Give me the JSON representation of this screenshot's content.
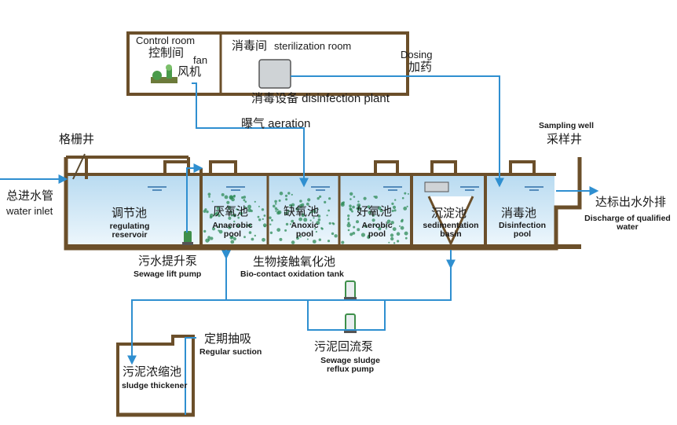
{
  "labels": {
    "control_room_en": "Control room",
    "control_room_zh": "控制间",
    "fan_en": "fan",
    "fan_zh": "风机",
    "sterilization_zh": "消毒间",
    "sterilization_en": "sterilization room",
    "disinfection_plant": "消毒设备 disinfection plant",
    "dosing_en": "Dosing",
    "dosing_zh": "加药",
    "aeration": "曝气 aeration",
    "grille_well_zh": "格栅井",
    "sampling_well_en": "Sampling well",
    "sampling_well_zh": "采样井",
    "inlet_zh": "总进水管",
    "inlet_en": "water inlet",
    "regulating_zh": "调节池",
    "regulating_en": "regulating reservoir",
    "anaerobic_zh": "厌氧池",
    "anaerobic_en": "Anaerobic pool",
    "anoxic_zh": "缺氧池",
    "anoxic_en": "Anoxic pool",
    "aerobic_zh": "好氧池",
    "aerobic_en": "Aerobic pool",
    "sedimentation_zh": "沉淀池",
    "sedimentation_en": "sedimentation basin",
    "disinfection_pool_zh": "消毒池",
    "disinfection_pool_en": "Disinfection pool",
    "discharge_zh": "达标出水外排",
    "discharge_en": "Discharge of qualified water",
    "lift_pump_zh": "污水提升泵",
    "lift_pump_en": "Sewage lift pump",
    "biocontact_zh": "生物接触氧化池",
    "biocontact_en": "Bio-contact oxidation tank",
    "regular_suction_zh": "定期抽吸",
    "regular_suction_en": "Regular suction",
    "sludge_thickener_zh": "污泥浓缩池",
    "sludge_thickener_en": "sludge thickener",
    "reflux_pump_zh": "污泥回流泵",
    "reflux_pump_en": "Sewage sludge reflux pump"
  },
  "colors": {
    "wall": "#6b4f2a",
    "water_top": "#bcdcf0",
    "water_bottom": "#e8f4fb",
    "pipe": "#2f8fd0",
    "bubble": "#2e8b57",
    "equipment": "#cfd3d6"
  }
}
